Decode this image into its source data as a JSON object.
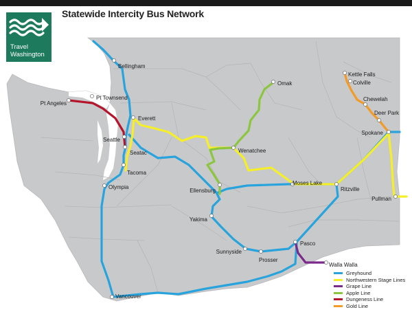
{
  "header": {
    "title": "Statewide Intercity Bus Network"
  },
  "logo": {
    "line1": "Travel",
    "line2": "Washington",
    "icon": "waves-icon"
  },
  "colors": {
    "greyhound": "#29a3dc",
    "northwestern": "#f5ef2a",
    "grape": "#7b2a8b",
    "apple": "#8cc63f",
    "dungeness": "#b5152a",
    "gold": "#f29b27",
    "land": "#c8c9cb",
    "water": "#ffffff"
  },
  "legend": [
    {
      "label": "Greyhound",
      "color_key": "greyhound"
    },
    {
      "label": "Northwestern Stage Lines",
      "color_key": "northwestern"
    },
    {
      "label": "Grape Line",
      "color_key": "grape"
    },
    {
      "label": "Apple Line",
      "color_key": "apple"
    },
    {
      "label": "Dungeness Line",
      "color_key": "dungeness"
    },
    {
      "label": "Gold Line",
      "color_key": "gold"
    }
  ],
  "cities": [
    {
      "id": "bellingham",
      "name": "Bellingham"
    },
    {
      "id": "pt-townsend",
      "name": "Pt Townsend"
    },
    {
      "id": "pt-angeles",
      "name": "Pt Angeles"
    },
    {
      "id": "everett",
      "name": "Everett"
    },
    {
      "id": "seattle",
      "name": "Seattle"
    },
    {
      "id": "seatac",
      "name": "Seatac"
    },
    {
      "id": "tacoma",
      "name": "Tacoma"
    },
    {
      "id": "olympia",
      "name": "Olympia"
    },
    {
      "id": "vancouver",
      "name": "Vancouver"
    },
    {
      "id": "omak",
      "name": "Omak"
    },
    {
      "id": "wenatchee",
      "name": "Wenatchee"
    },
    {
      "id": "ellensburg",
      "name": "Ellensburg"
    },
    {
      "id": "yakima",
      "name": "Yakima"
    },
    {
      "id": "sunnyside",
      "name": "Sunnyside"
    },
    {
      "id": "prosser",
      "name": "Prosser"
    },
    {
      "id": "pasco",
      "name": "Pasco"
    },
    {
      "id": "walla-walla",
      "name": "Walla Walla"
    },
    {
      "id": "moses-lake",
      "name": "Moses Lake"
    },
    {
      "id": "ritzville",
      "name": "Ritzville"
    },
    {
      "id": "spokane",
      "name": "Spokane"
    },
    {
      "id": "pullman",
      "name": "Pullman"
    },
    {
      "id": "deer-park",
      "name": "Deer Park"
    },
    {
      "id": "chewelah",
      "name": "Chewelah"
    },
    {
      "id": "colville",
      "name": "Colville"
    },
    {
      "id": "kettle-falls",
      "name": "Kettle Falls"
    }
  ]
}
